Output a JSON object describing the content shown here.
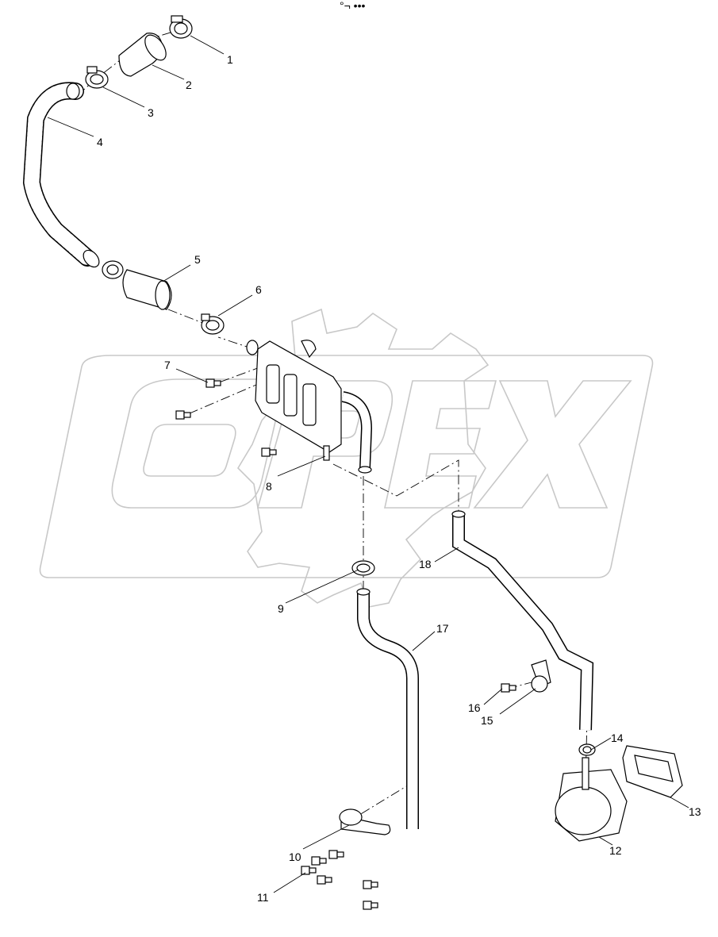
{
  "header": {
    "mark": "°¬ •••"
  },
  "watermark": {
    "text": "OPEX",
    "color": "#c8c8c8"
  },
  "callouts": [
    {
      "id": "1",
      "text": "1"
    },
    {
      "id": "2",
      "text": "2"
    },
    {
      "id": "3",
      "text": "3"
    },
    {
      "id": "4",
      "text": "4"
    },
    {
      "id": "5",
      "text": "5"
    },
    {
      "id": "6",
      "text": "6"
    },
    {
      "id": "7",
      "text": "7"
    },
    {
      "id": "8",
      "text": "8"
    },
    {
      "id": "9",
      "text": "9"
    },
    {
      "id": "10",
      "text": "10"
    },
    {
      "id": "11",
      "text": "11"
    },
    {
      "id": "12",
      "text": "12"
    },
    {
      "id": "13",
      "text": "13"
    },
    {
      "id": "14",
      "text": "14"
    },
    {
      "id": "15",
      "text": "15"
    },
    {
      "id": "16",
      "text": "16"
    },
    {
      "id": "17",
      "text": "17"
    },
    {
      "id": "18",
      "text": "18"
    }
  ]
}
